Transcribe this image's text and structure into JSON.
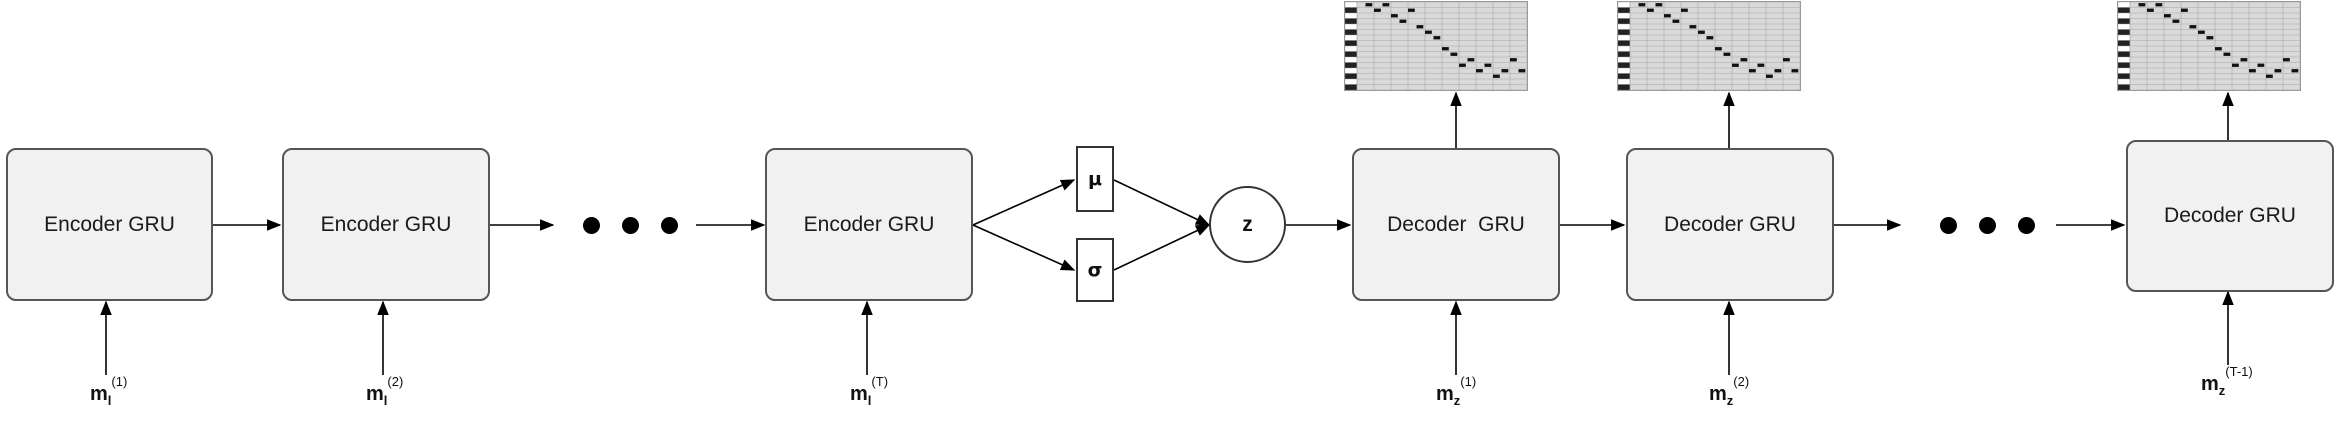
{
  "encoder": {
    "boxes": [
      {
        "label": "Encoder GRU",
        "input_var": "m",
        "input_sub": "l",
        "input_sup": "(1)"
      },
      {
        "label": "Encoder GRU",
        "input_var": "m",
        "input_sub": "l",
        "input_sup": "(2)"
      },
      {
        "label": "Encoder GRU",
        "input_var": "m",
        "input_sub": "l",
        "input_sup": "(T)"
      }
    ]
  },
  "latent": {
    "mu": "μ",
    "sigma": "σ",
    "z": "z"
  },
  "decoder": {
    "boxes": [
      {
        "label": "Decoder  GRU",
        "input_var": "m",
        "input_sub": "z",
        "input_sup": "(1)"
      },
      {
        "label": "Decoder GRU",
        "input_var": "m",
        "input_sub": "z",
        "input_sup": "(2)"
      },
      {
        "label": "Decoder GRU",
        "input_var": "m",
        "input_sub": "z",
        "input_sup": "(T-1)"
      }
    ]
  },
  "piano_roll": {
    "rows": 16,
    "cols": 40,
    "notes": [
      {
        "row": 0,
        "col": 2
      },
      {
        "row": 1,
        "col": 4
      },
      {
        "row": 0,
        "col": 6
      },
      {
        "row": 2,
        "col": 8
      },
      {
        "row": 3,
        "col": 10
      },
      {
        "row": 1,
        "col": 12
      },
      {
        "row": 4,
        "col": 14
      },
      {
        "row": 5,
        "col": 16
      },
      {
        "row": 6,
        "col": 18
      },
      {
        "row": 8,
        "col": 20
      },
      {
        "row": 9,
        "col": 22
      },
      {
        "row": 11,
        "col": 24
      },
      {
        "row": 10,
        "col": 26
      },
      {
        "row": 12,
        "col": 28
      },
      {
        "row": 11,
        "col": 30
      },
      {
        "row": 13,
        "col": 32
      },
      {
        "row": 12,
        "col": 34
      },
      {
        "row": 10,
        "col": 36
      },
      {
        "row": 12,
        "col": 38
      }
    ]
  },
  "colors": {
    "box_fill": "#f1f1f1",
    "box_border": "#555555",
    "line": "#000000",
    "roll_bg": "#d9d9d9"
  }
}
